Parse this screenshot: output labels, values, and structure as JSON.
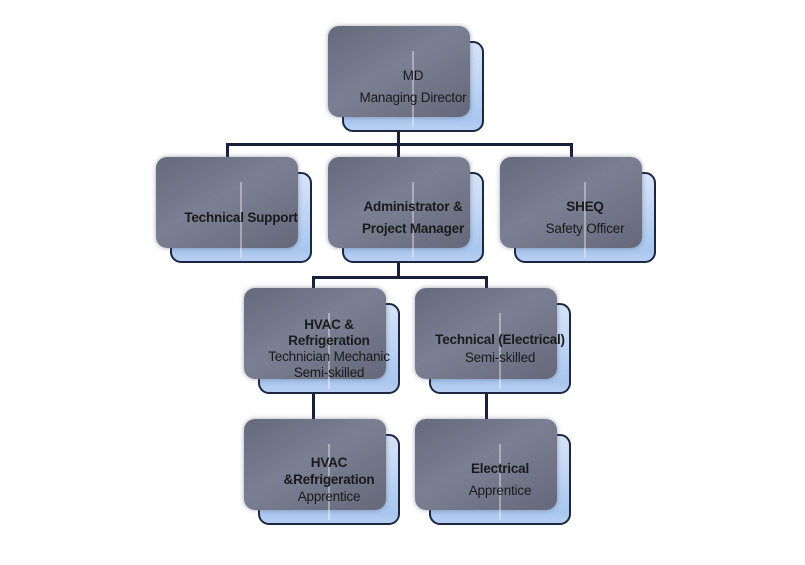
{
  "colors": {
    "background": "#ffffff",
    "box_fill_top": "#d5e3f8",
    "box_fill_bottom": "#a9c6ee",
    "box_border": "#1c2743",
    "shadow_fill": "#6f7385",
    "connector": "#16203a",
    "text": "#1a1a1a"
  },
  "org_chart": {
    "nodes": [
      {
        "id": "md",
        "lines": [
          {
            "text": "MD",
            "bold": false
          },
          {
            "text": "Managing Director",
            "bold": false
          }
        ]
      },
      {
        "id": "technical_support",
        "lines": [
          {
            "text": "Technical Support",
            "bold": true
          }
        ]
      },
      {
        "id": "administrator_project_manager",
        "lines": [
          {
            "text": "Administrator &",
            "bold": true
          },
          {
            "text": "Project Manager",
            "bold": true
          }
        ]
      },
      {
        "id": "sheq",
        "lines": [
          {
            "text": "SHEQ",
            "bold": true
          },
          {
            "text": "Safety Officer",
            "bold": false
          }
        ]
      },
      {
        "id": "hvac_refrigeration_technician",
        "lines": [
          {
            "text": "HVAC &",
            "bold": true
          },
          {
            "text": "Refrigeration",
            "bold": true
          },
          {
            "text": "Technician Mechanic",
            "bold": false
          },
          {
            "text": "Semi-skilled",
            "bold": false
          }
        ]
      },
      {
        "id": "technical_electrical",
        "lines": [
          {
            "text": "Technical (Electrical)",
            "bold": true
          },
          {
            "text": "Semi-skilled",
            "bold": false
          }
        ]
      },
      {
        "id": "hvac_refrigeration_apprentice",
        "lines": [
          {
            "text": "HVAC",
            "bold": true
          },
          {
            "text": "&Refrigeration",
            "bold": true
          },
          {
            "text": "Apprentice",
            "bold": false
          }
        ]
      },
      {
        "id": "electrical_apprentice",
        "lines": [
          {
            "text": "Electrical",
            "bold": true
          },
          {
            "text": "Apprentice",
            "bold": false
          }
        ]
      }
    ],
    "edges": [
      {
        "from": "md",
        "to": "technical_support"
      },
      {
        "from": "md",
        "to": "administrator_project_manager"
      },
      {
        "from": "md",
        "to": "sheq"
      },
      {
        "from": "administrator_project_manager",
        "to": "hvac_refrigeration_technician"
      },
      {
        "from": "administrator_project_manager",
        "to": "technical_electrical"
      },
      {
        "from": "hvac_refrigeration_technician",
        "to": "hvac_refrigeration_apprentice"
      },
      {
        "from": "technical_electrical",
        "to": "electrical_apprentice"
      }
    ]
  }
}
